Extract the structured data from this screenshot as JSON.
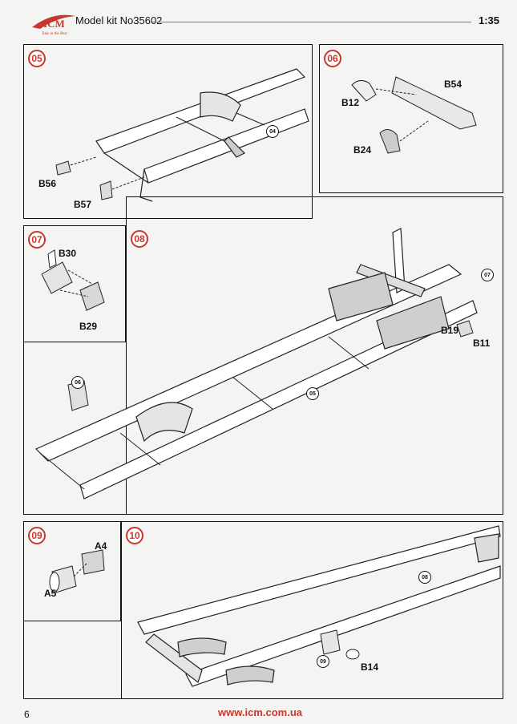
{
  "header": {
    "brand": "ICM",
    "tagline": "Take in the Best",
    "kit_label": "Model kit No35602",
    "scale": "1:35"
  },
  "steps": [
    {
      "number": "05",
      "parts": [
        "B56",
        "B57"
      ],
      "refs": [
        "04"
      ]
    },
    {
      "number": "06",
      "parts": [
        "B12",
        "B54",
        "B24"
      ]
    },
    {
      "number": "07",
      "parts": [
        "B30",
        "B29"
      ]
    },
    {
      "number": "08",
      "parts": [
        "B19",
        "B11"
      ],
      "refs": [
        "07",
        "06",
        "05"
      ]
    },
    {
      "number": "09",
      "parts": [
        "A4",
        "A5"
      ]
    },
    {
      "number": "10",
      "parts": [
        "B14"
      ],
      "refs": [
        "08",
        "09"
      ]
    }
  ],
  "footer": {
    "page_number": "6",
    "url": "www.icm.com.ua"
  },
  "colors": {
    "accent": "#c8372d"
  }
}
